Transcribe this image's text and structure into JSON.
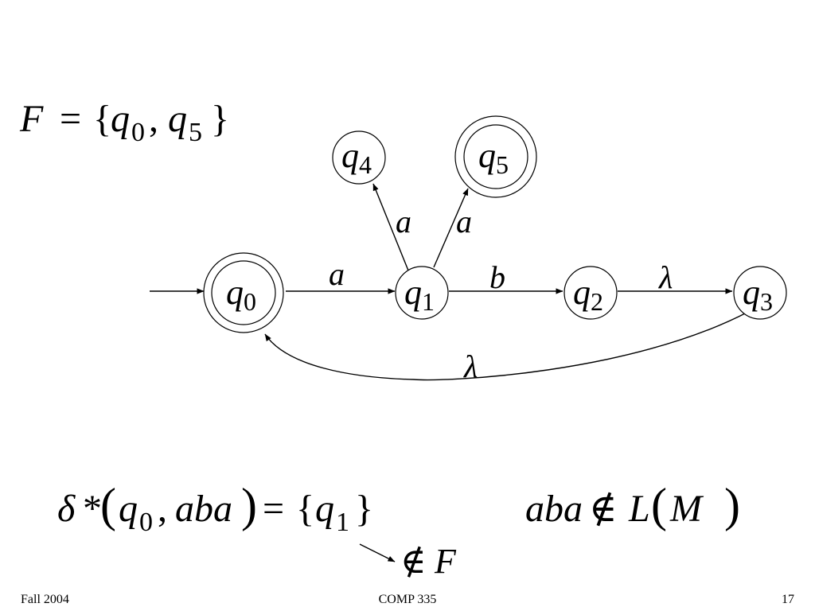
{
  "final_set": {
    "lhs": "F",
    "eq": "=",
    "open": "{",
    "q": "q",
    "s1": "0",
    "comma": ",",
    "s2": "5",
    "close": "}"
  },
  "states": [
    {
      "id": "q0",
      "base": "q",
      "sub": "0",
      "accepting": true,
      "initial": true
    },
    {
      "id": "q1",
      "base": "q",
      "sub": "1",
      "accepting": false
    },
    {
      "id": "q2",
      "base": "q",
      "sub": "2",
      "accepting": false
    },
    {
      "id": "q3",
      "base": "q",
      "sub": "3",
      "accepting": false
    },
    {
      "id": "q4",
      "base": "q",
      "sub": "4",
      "accepting": false
    },
    {
      "id": "q5",
      "base": "q",
      "sub": "5",
      "accepting": true
    }
  ],
  "transitions": [
    {
      "from": "q0",
      "to": "q1",
      "label": "a"
    },
    {
      "from": "q1",
      "to": "q4",
      "label": "a"
    },
    {
      "from": "q1",
      "to": "q5",
      "label": "a"
    },
    {
      "from": "q1",
      "to": "q2",
      "label": "b"
    },
    {
      "from": "q2",
      "to": "q3",
      "label": "λ"
    },
    {
      "from": "q3",
      "to": "q0",
      "label": "λ"
    }
  ],
  "extended_delta": {
    "delta": "δ",
    "star": "*",
    "lparen": "(",
    "q": "q",
    "sub": "0",
    "comma": ",",
    "word": "aba",
    "rparen": ")",
    "eq": "=",
    "open": "{",
    "rq": "q",
    "rsub": "1",
    "close": "}"
  },
  "not_in_F": {
    "sym": "∉",
    "F": "F"
  },
  "not_in_language": {
    "word": "aba",
    "sym": "∉",
    "L": "L",
    "lparen": "(",
    "M": "M",
    "rparen": ")"
  },
  "footer": {
    "left": "Fall 2004",
    "center": "COMP 335",
    "right": "17"
  }
}
